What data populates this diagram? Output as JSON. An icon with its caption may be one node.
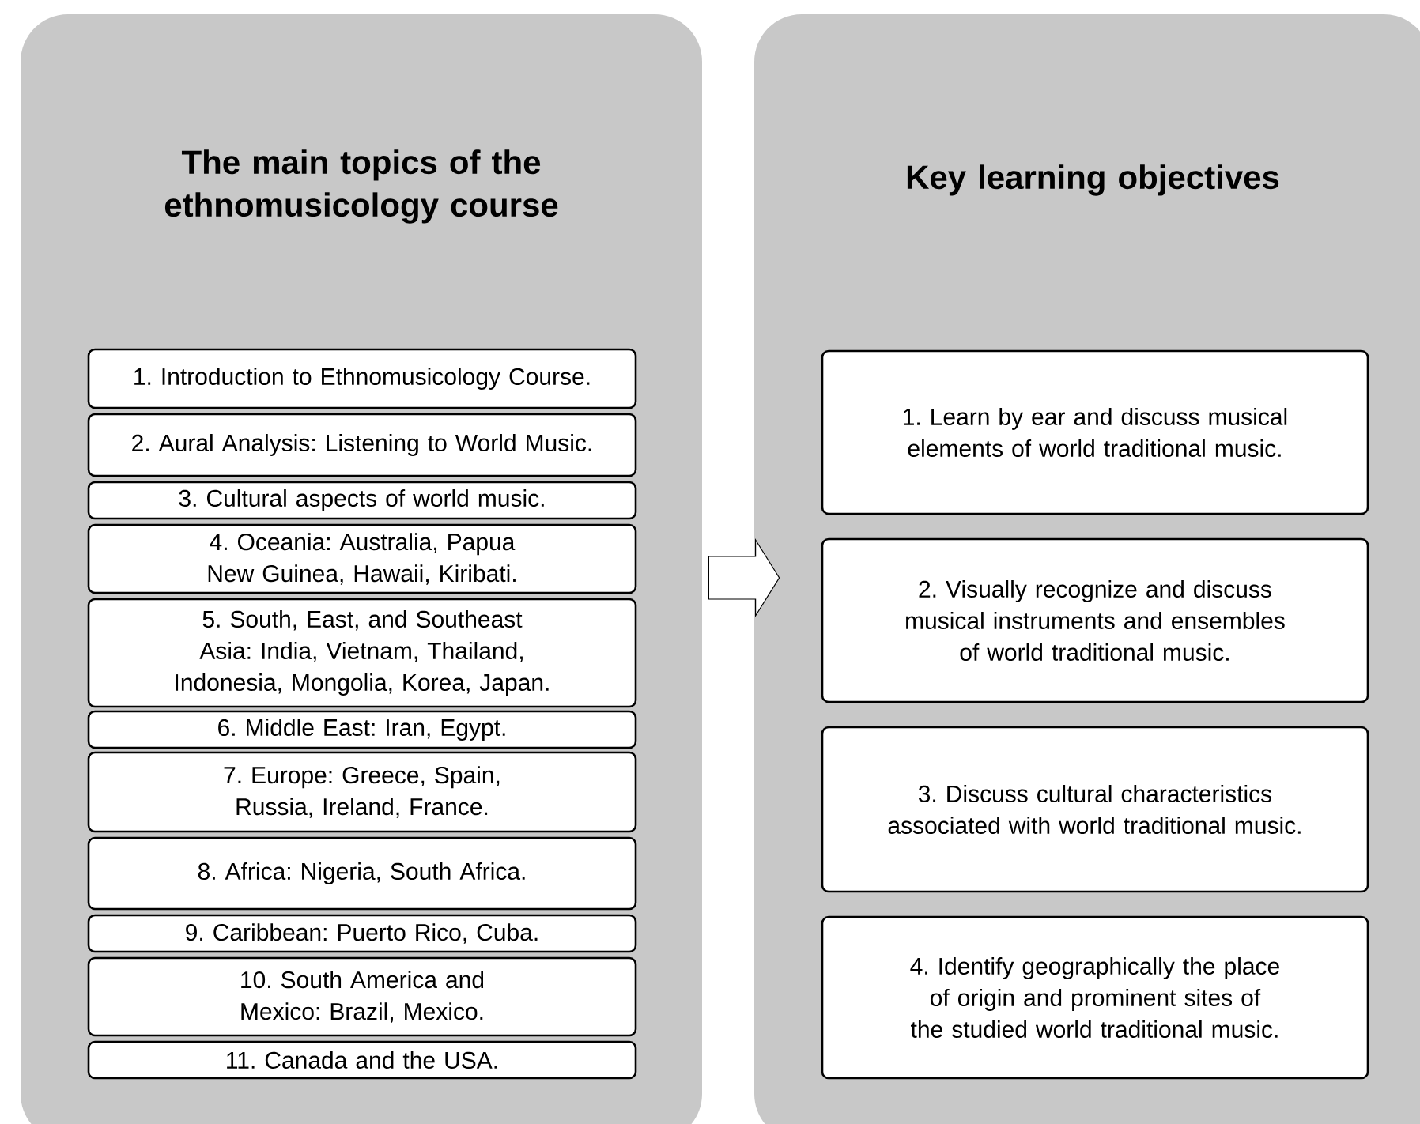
{
  "diagram": {
    "nodes": [
      {
        "text": [
          "The main topics of the ethnomusicology course"
        ]
      },
      {
        "text": [
          "1. Introduction to Ethnomusicology Course."
        ],
        "in": 0
      },
      {
        "text": [
          "2. Aural Analysis: Listening to World Music."
        ],
        "in": 0
      },
      {
        "text": [
          "3. Cultural aspects of world music."
        ],
        "in": 0
      },
      {
        "text": [
          "4. Oceania: Australia, Papua New Guinea, Hawaii, Kiribati."
        ],
        "in": 0
      },
      {
        "text": [
          "5. South, East, and Southeast Asia: India, Vietnam, Thailand, Indonesia, Mongolia, Korea, Japan."
        ],
        "in": 0
      },
      {
        "text": [
          "6. Middle East: Iran, Egypt."
        ],
        "in": 0
      },
      {
        "text": [
          "7. Europe: Greece, Spain, Russia, Ireland, France."
        ],
        "in": 0
      },
      {
        "text": [
          "8. Africa: Nigeria, South Africa."
        ],
        "in": 0
      },
      {
        "text": [
          "9. Caribbean: Puerto Rico, Cuba."
        ],
        "in": 0
      },
      {
        "text": [
          "10. South America and Mexico: Brazil, Mexico."
        ],
        "in": 0
      },
      {
        "text": [
          "11. Canada and the USA."
        ],
        "in": 0
      },
      {
        "text": [
          "Key learning objectives"
        ]
      },
      {
        "text": [
          "1. Learn by ear and discuss musical elements of world traditional music."
        ],
        "in": 12
      },
      {
        "text": [
          "2. Visually recognize and discuss musical instruments and ensembles of world traditional music."
        ],
        "in": 12
      },
      {
        "text": [
          "3. Discuss cultural characteristics associated with world traditional music."
        ],
        "in": 12
      },
      {
        "text": [
          "4. Identify geographically the place of origin and prominent sites of the studied world traditional music."
        ],
        "in": 12
      }
    ],
    "edges": [
      {
        "from": 0,
        "to": 12,
        "arrow": "to"
      }
    ]
  }
}
